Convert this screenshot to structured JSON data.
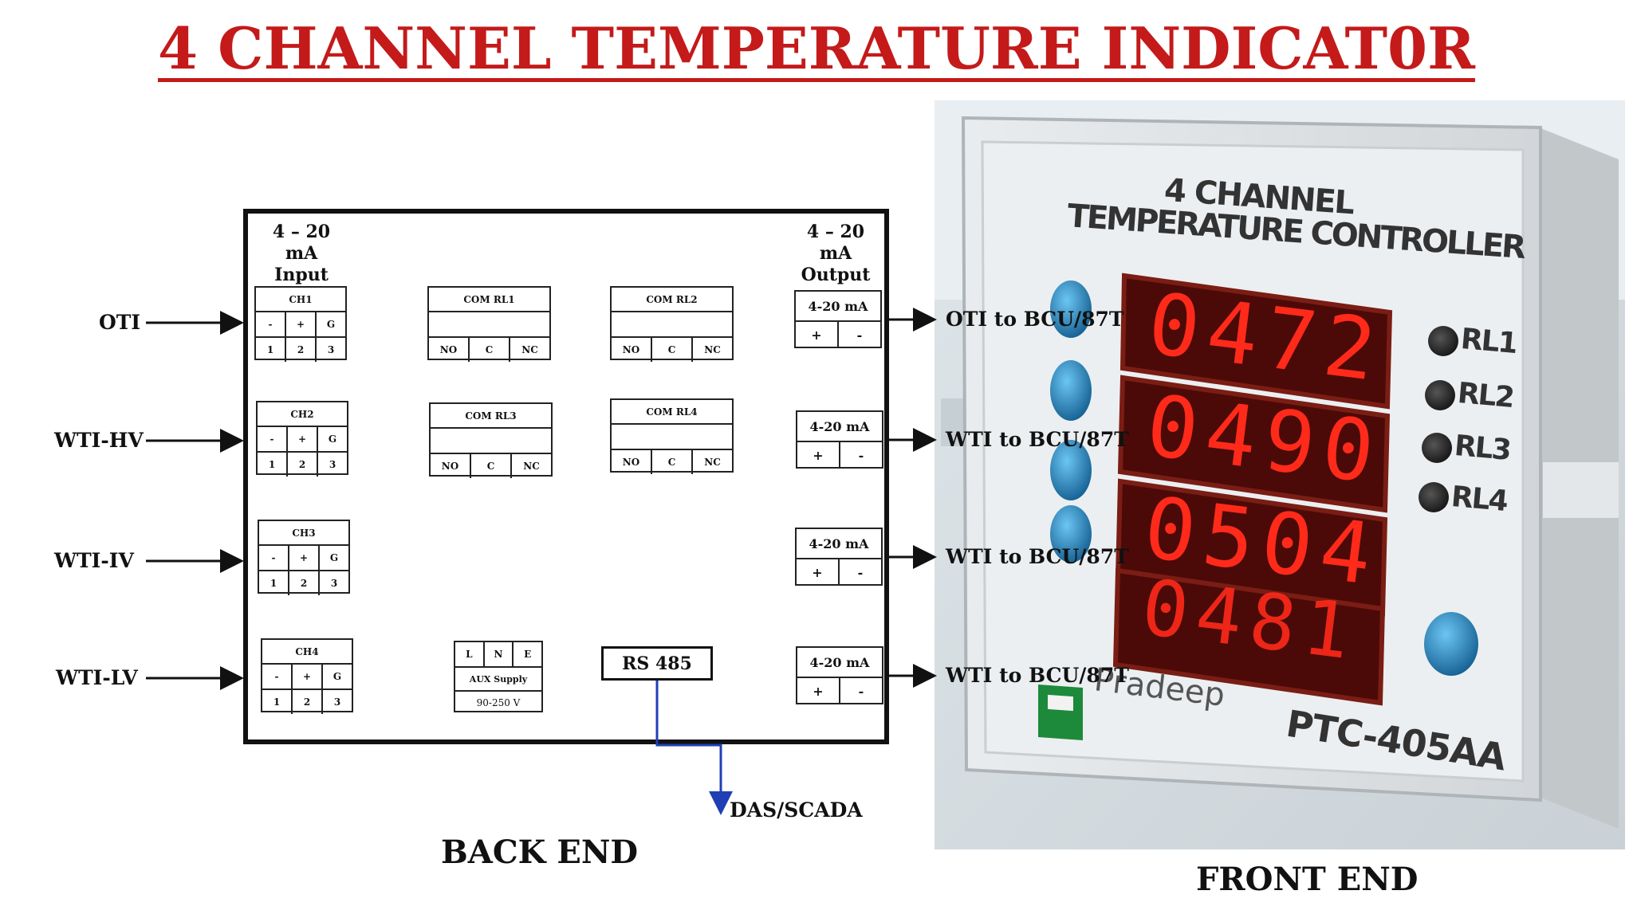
{
  "title": "4 CHANNEL TEMPERATURE INDICAT0R",
  "back_end": {
    "label": "BACK END",
    "input_header": [
      "4 – 20 mA",
      "Input"
    ],
    "output_header": [
      "4 – 20 mA",
      "Output"
    ],
    "channels": [
      {
        "name": "CH1",
        "top": [
          "-",
          "+",
          "G"
        ],
        "bottom": [
          "1",
          "2",
          "3"
        ],
        "signal": "OTI"
      },
      {
        "name": "CH2",
        "top": [
          "-",
          "+",
          "G"
        ],
        "bottom": [
          "1",
          "2",
          "3"
        ],
        "signal": "WTI-HV"
      },
      {
        "name": "CH3",
        "top": [
          "-",
          "+",
          "G"
        ],
        "bottom": [
          "1",
          "2",
          "3"
        ],
        "signal": "WTI-IV"
      },
      {
        "name": "CH4",
        "top": [
          "-",
          "+",
          "G"
        ],
        "bottom": [
          "1",
          "2",
          "3"
        ],
        "signal": "WTI-LV"
      }
    ],
    "relays": [
      {
        "name": "COM RL1",
        "contacts": [
          "NO",
          "C",
          "NC"
        ]
      },
      {
        "name": "COM RL2",
        "contacts": [
          "NO",
          "C",
          "NC"
        ]
      },
      {
        "name": "COM RL3",
        "contacts": [
          "NO",
          "C",
          "NC"
        ]
      },
      {
        "name": "COM RL4",
        "contacts": [
          "NO",
          "C",
          "NC"
        ]
      }
    ],
    "outputs": [
      {
        "name": "4-20 mA",
        "terminals": [
          "+",
          "-"
        ],
        "destination": "OTI to BCU/87T"
      },
      {
        "name": "4-20 mA",
        "terminals": [
          "+",
          "-"
        ],
        "destination": "WTI to BCU/87T"
      },
      {
        "name": "4-20 mA",
        "terminals": [
          "+",
          "-"
        ],
        "destination": "WTI to BCU/87T"
      },
      {
        "name": "4-20 mA",
        "terminals": [
          "+",
          "-"
        ],
        "destination": "WTI to BCU/87T"
      }
    ],
    "aux_supply": {
      "terminals": [
        "L",
        "N",
        "E"
      ],
      "label": "AUX Supply",
      "voltage": "90-250 V"
    },
    "comm": {
      "port": "RS 485",
      "destination": "DAS/SCADA"
    }
  },
  "front_end": {
    "label": "FRONT END",
    "device_title": [
      "4 CHANNEL",
      "TEMPERATURE CONTROLLER"
    ],
    "readings": [
      "0472",
      "0490",
      "0504",
      "0481"
    ],
    "relay_leds": [
      "RL1",
      "RL2",
      "RL3",
      "RL4"
    ],
    "brand": "Pradeep",
    "model": "PTC-405AA"
  },
  "colors": {
    "title": "#c41a1a",
    "display_digits": "#ff2a1a",
    "display_bg": "#5a0a0a",
    "comm_line": "#1f3fb5",
    "button": "#1d8fcf"
  }
}
